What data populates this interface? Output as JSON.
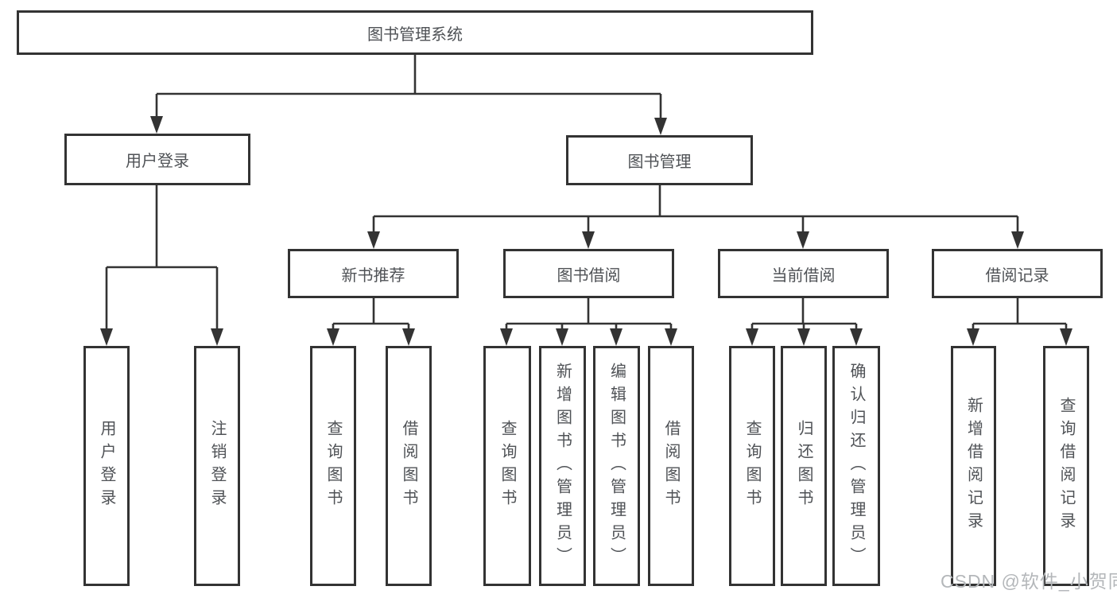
{
  "diagram": {
    "title": "图书管理系统",
    "level2": [
      {
        "label": "用户登录"
      },
      {
        "label": "图书管理"
      }
    ],
    "level3": [
      {
        "label": "新书推荐"
      },
      {
        "label": "图书借阅"
      },
      {
        "label": "当前借阅"
      },
      {
        "label": "借阅记录"
      }
    ],
    "leaves": [
      {
        "label": "用户登录"
      },
      {
        "label": "注销登录"
      },
      {
        "label": "查询图书"
      },
      {
        "label": "借阅图书"
      },
      {
        "label": "查询图书"
      },
      {
        "label": "新增图书（管理员）"
      },
      {
        "label": "编辑图书（管理员）"
      },
      {
        "label": "借阅图书"
      },
      {
        "label": "查询图书"
      },
      {
        "label": "归还图书"
      },
      {
        "label": "确认归还（管理员）"
      },
      {
        "label": "新增借阅记录"
      },
      {
        "label": "查询借阅记录"
      }
    ]
  },
  "watermark": {
    "text": "CSDN @软件_小贺同学"
  },
  "colors": {
    "line": "#333333",
    "text": "#4f5256",
    "background": "#ffffff",
    "watermark": "#b4b7ba"
  }
}
